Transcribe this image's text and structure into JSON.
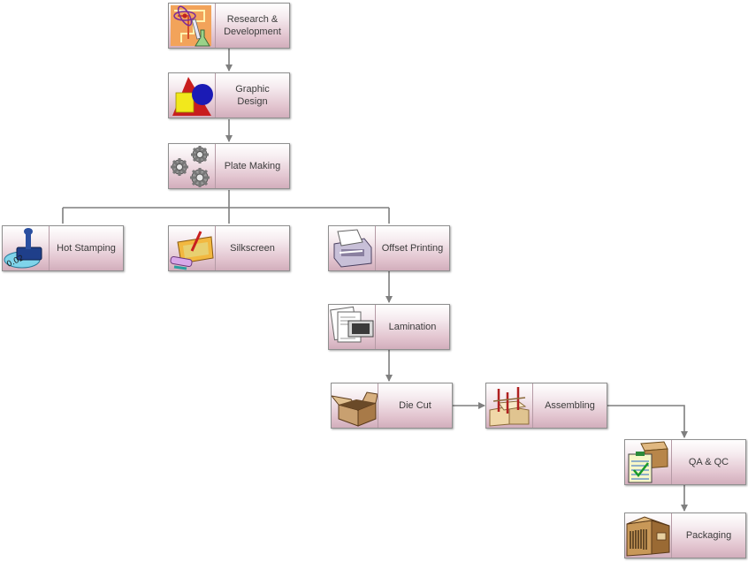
{
  "nodes": {
    "rd": {
      "label": "Research &\nDevelopment",
      "icon": "research-atom-icon"
    },
    "graphic": {
      "label": "Graphic Design",
      "icon": "shapes-icon"
    },
    "plate": {
      "label": "Plate Making",
      "icon": "gears-icon"
    },
    "hot": {
      "label": "Hot Stamping",
      "icon": "rubber-stamp-icon"
    },
    "silk": {
      "label": "Silkscreen",
      "icon": "paint-roller-icon"
    },
    "offset": {
      "label": "Offset Printing",
      "icon": "printer-icon"
    },
    "lamination": {
      "label": "Lamination",
      "icon": "laminated-documents-icon"
    },
    "diecut": {
      "label": "Die Cut",
      "icon": "open-box-icon"
    },
    "assembling": {
      "label": "Assembling",
      "icon": "boxes-assembly-icon"
    },
    "qa": {
      "label": "QA & QC",
      "icon": "checklist-box-icon"
    },
    "packaging": {
      "label": "Packaging",
      "icon": "shipping-box-icon"
    }
  },
  "colors": {
    "connector": "#7f7f7f",
    "node_top": "#ffffff",
    "node_bottom": "#d2aebc"
  }
}
